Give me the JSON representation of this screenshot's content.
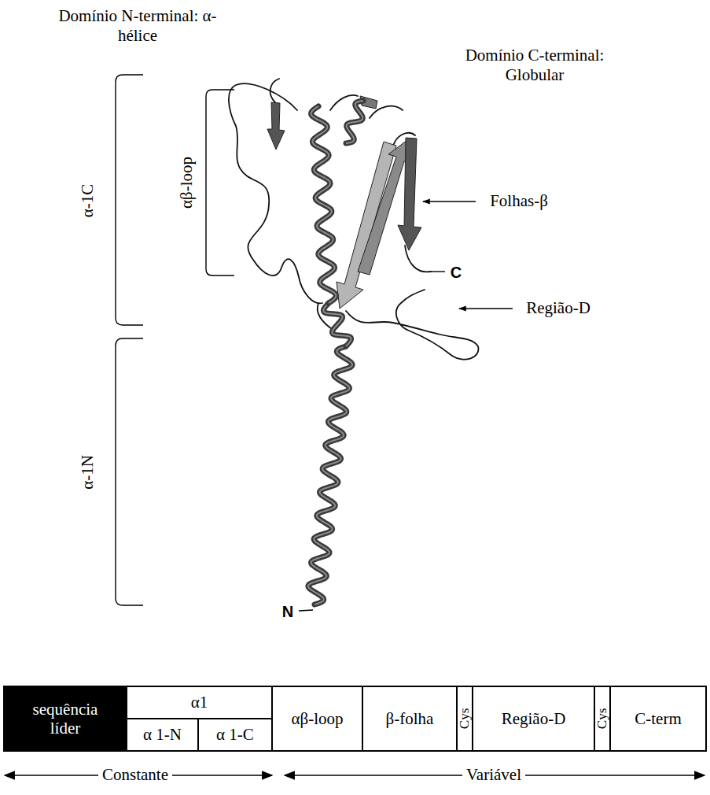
{
  "diagram": {
    "nodes": [
      {
        "text": [
          "sequência líder"
        ]
      },
      {
        "text": [
          "α1"
        ]
      },
      {
        "text": [
          "α 1-N"
        ]
      },
      {
        "text": [
          "α 1-C"
        ]
      },
      {
        "text": [
          "αβ-loop"
        ]
      },
      {
        "text": [
          "β-folha"
        ]
      },
      {
        "text": [
          "Cys"
        ]
      },
      {
        "text": [
          "Região-D"
        ]
      },
      {
        "text": [
          "Cys"
        ]
      },
      {
        "text": [
          "C-term"
        ]
      }
    ],
    "labels": [
      "Domínio N-terminal: α-hélice",
      "Domínio C-terminal: Globular",
      "α-1C",
      "αβ-loop",
      "Folhas-β",
      "C",
      "Região-D",
      "α-1N",
      "N",
      "Constante",
      "Variável"
    ]
  }
}
